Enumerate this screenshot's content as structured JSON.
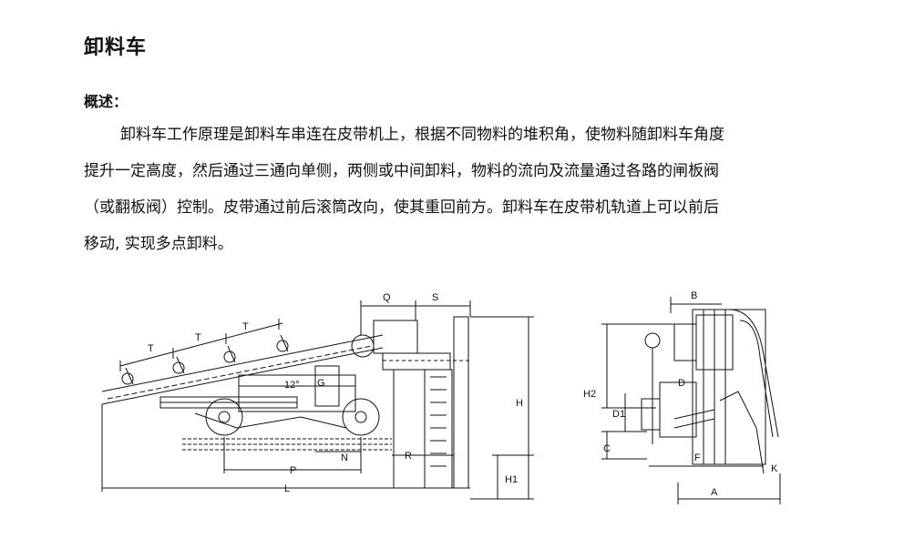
{
  "document": {
    "title": "卸料车",
    "overview_label": "概述：",
    "lines": [
      "卸料车工作原理是卸料车串连在皮带机上，根据不同物料的堆积角，使物料随卸料车角度",
      "提升一定高度，然后通过三通向单侧，两侧或中间卸料，物料的流向及流量通过各路的闸板阀",
      "（或翻板阀）控制。皮带通过前后滚筒改向，使其重回前方。卸料车在皮带机轨道上可以前后",
      "移动, 实现多点卸料。"
    ]
  },
  "figure": {
    "side_view": {
      "labels": {
        "t1": "T",
        "t2": "T",
        "t3": "T",
        "angle": "12°",
        "g": "G",
        "q": "Q",
        "s": "S",
        "h": "H",
        "r": "R",
        "n": "N",
        "p": "P",
        "l": "L",
        "h1": "H1"
      }
    },
    "end_view": {
      "labels": {
        "b": "B",
        "h2": "H2",
        "d": "D",
        "d1": "D1",
        "c": "C",
        "f": "F",
        "k": "K",
        "a": "A"
      }
    }
  }
}
